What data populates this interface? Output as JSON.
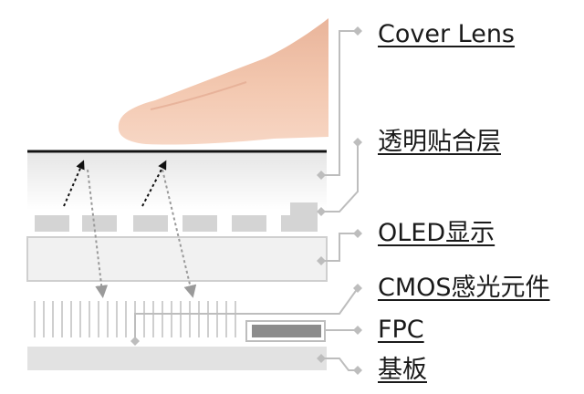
{
  "labels": {
    "cover_lens": "Cover Lens",
    "adhesive_layer": "透明贴合层",
    "oled_display": "OLED显示",
    "cmos_sensor": "CMOS感光元件",
    "fpc": "FPC",
    "substrate": "基板"
  },
  "colors": {
    "finger_base": "#f2c2a8",
    "finger_shadow": "#d99c82",
    "cover_line": "#111111",
    "layer_fill": "#f0f0f0",
    "layer_stroke": "#cfcfcf",
    "pixel_fill": "#d4d4d4",
    "leader_line": "#bdbdbd",
    "arrow_black": "#111111",
    "arrow_gray": "#9a9a9a",
    "fpc_fill": "#8c8c8c",
    "substrate_fill": "#e2e2e2"
  }
}
